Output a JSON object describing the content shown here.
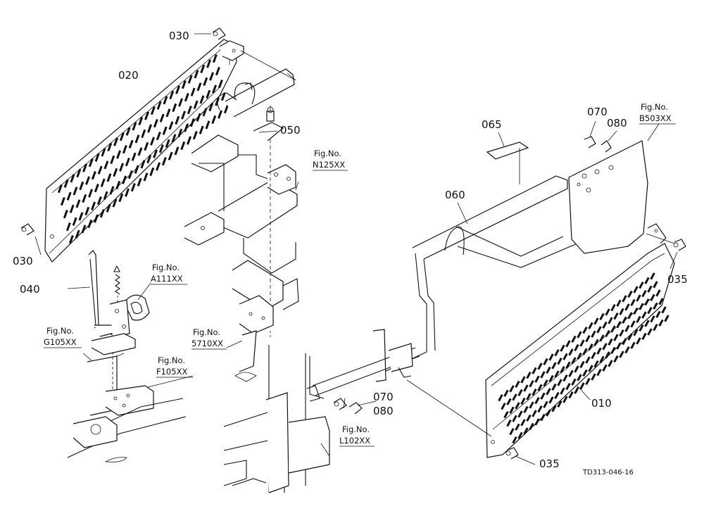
{
  "diagram": {
    "part_labels": {
      "p030a": "030",
      "p030b": "030",
      "p020": "020",
      "p040": "040",
      "p050": "050",
      "p065": "065",
      "p060": "060",
      "p070a": "070",
      "p080a": "080",
      "p070b": "070",
      "p080b": "080",
      "p035a": "035",
      "p035b": "035",
      "p010": "010"
    },
    "fig_refs": {
      "n125": {
        "line1": "Fig.No.",
        "line2": "N125XX"
      },
      "a111": {
        "line1": "Fig.No.",
        "line2": "A111XX"
      },
      "g105": {
        "line1": "Fig.No.",
        "line2": "G105XX"
      },
      "f105": {
        "line1": "Fig.No.",
        "line2": "F105XX"
      },
      "s5710": {
        "line1": "Fig.No.",
        "line2": "5710XX"
      },
      "l102": {
        "line1": "Fig.No.",
        "line2": "L102XX"
      },
      "b503": {
        "line1": "Fig.No.",
        "line2": "B503XX"
      }
    },
    "drawing_code": "TD313-046-16"
  }
}
